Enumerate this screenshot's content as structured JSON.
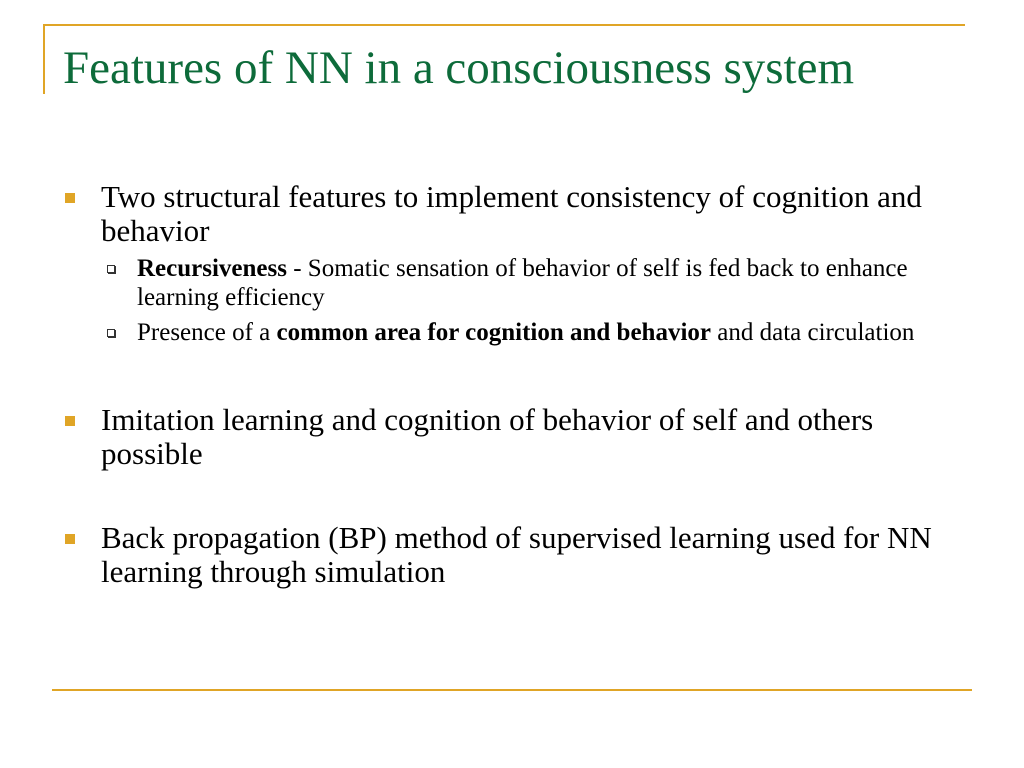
{
  "slide": {
    "title": "Features of NN in a consciousness system",
    "bullets": [
      {
        "text": "Two structural features to implement consistency of cognition and behavior",
        "subbullets": [
          {
            "bold": "Recursiveness",
            "text": " - Somatic sensation of behavior of self is fed back to enhance learning efficiency"
          },
          {
            "pre": "Presence of a ",
            "bold": "common area for cognition and behavior",
            "post": " and data circulation"
          }
        ]
      },
      {
        "text": "Imitation learning and cognition of behavior of self and others possible"
      },
      {
        "text": "Back propagation (BP) method of supervised learning used for NN learning through simulation"
      }
    ]
  },
  "colors": {
    "title": "#0d6b3a",
    "accent": "#e0a526",
    "text": "#000000"
  }
}
